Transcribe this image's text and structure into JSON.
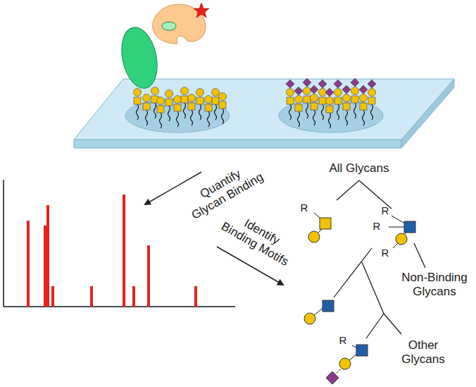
{
  "diagram": {
    "labels": [
      "Quantify Glycan Binding",
      "Identify Binding Motifs",
      "All Glycans",
      "R",
      "R",
      "R",
      "R",
      "Non-Binding Glycans",
      "R",
      "Other Glycans"
    ]
  }
}
